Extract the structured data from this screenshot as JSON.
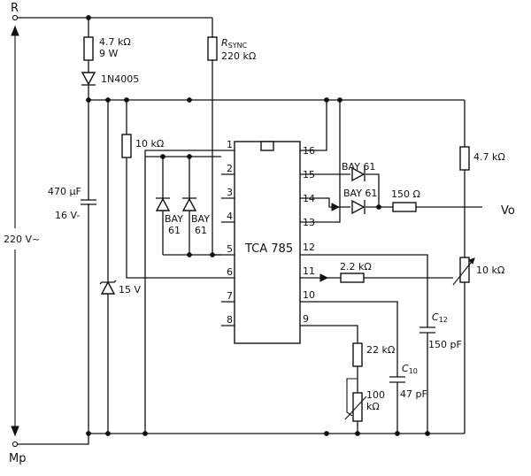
{
  "nodes": {
    "top": "R",
    "bottom": "Mp",
    "output": "Vo"
  },
  "supply": "220 V~",
  "components": {
    "r_series": [
      "4.7 kΩ",
      "9 W"
    ],
    "diode_1n4005": "1N4005",
    "r_sync_name": "R",
    "r_sync_sub": "SYNC",
    "r_sync_value": "220 kΩ",
    "cap_470": [
      "470 µF",
      "16 V-"
    ],
    "zener": "15 V",
    "r_10k_left": "10 kΩ",
    "bay_left": [
      "BAY",
      "61"
    ],
    "bay_right": [
      "BAY",
      "61"
    ],
    "bay_15": "BAY 61",
    "bay_14": "BAY 61",
    "r_150": "150 Ω",
    "r_4k7_right": "4.7 kΩ",
    "pot_10k": "10 kΩ",
    "r_2k2": "2.2 kΩ",
    "c12_name": "C",
    "c12_sub": "12",
    "c12_value": "150 pF",
    "r_22k": "22 kΩ",
    "c10_name": "C",
    "c10_sub": "10",
    "c10_value": "47 pF",
    "pot_100k": [
      "100",
      "kΩ"
    ]
  },
  "ic": {
    "name": "TCA 785",
    "left_pins": [
      "1",
      "2",
      "3",
      "4",
      "5",
      "6",
      "7",
      "8"
    ],
    "right_pins": [
      "16",
      "15",
      "14",
      "13",
      "12",
      "11",
      "10",
      "9"
    ]
  }
}
